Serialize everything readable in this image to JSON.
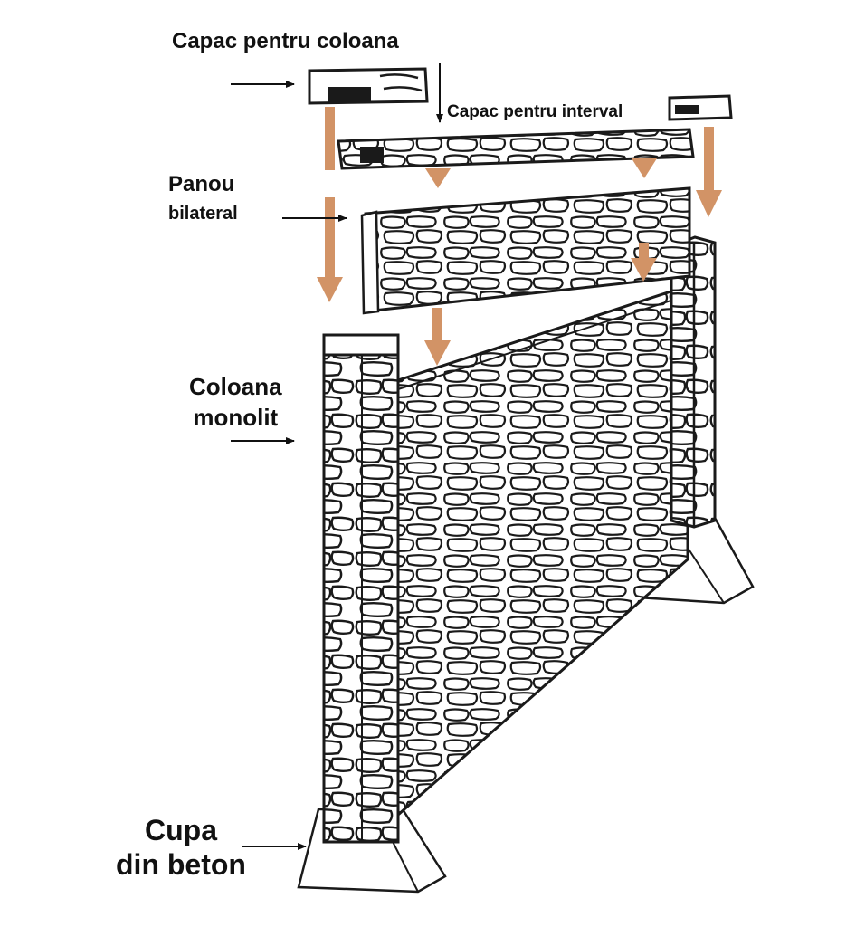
{
  "labels": {
    "column_cap": "Capac pentru coloana",
    "interval_cap": "Capac pentru interval",
    "panel_line1": "Panou",
    "panel_line2": "bilateral",
    "column_line1": "Coloana",
    "column_line2": "monolit",
    "cup_line1": "Cupa",
    "cup_line2": "din beton"
  },
  "colors": {
    "assembly_arrow": "#d29366",
    "pointer_arrow": "#111111",
    "outline": "#1a1a1a",
    "fill": "#ffffff"
  },
  "icons": {
    "stone_texture": "stone-pattern"
  }
}
